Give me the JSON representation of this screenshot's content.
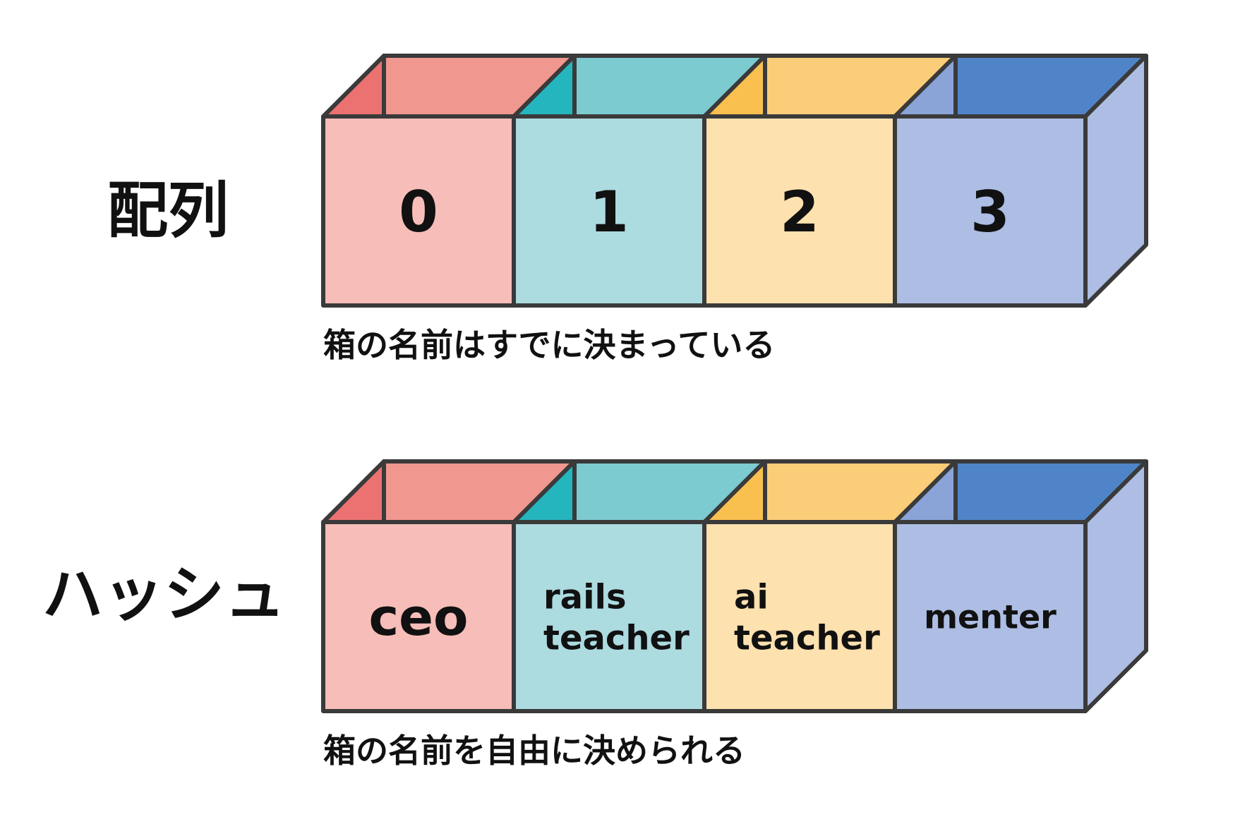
{
  "rows": [
    {
      "heading": "配列",
      "caption": "箱の名前はすでに決まっている",
      "boxes": [
        {
          "lines": [
            "0"
          ],
          "front": "#f7bdb9",
          "top": "#f0978f",
          "inner": "#ec7272"
        },
        {
          "lines": [
            "1"
          ],
          "front": "#acdbe0",
          "top": "#7ccbd1",
          "inner": "#25b5be"
        },
        {
          "lines": [
            "2"
          ],
          "front": "#fde1af",
          "top": "#fccd79",
          "inner": "#fac04f"
        },
        {
          "lines": [
            "3"
          ],
          "front": "#adbde3",
          "top": "#5084c8",
          "inner": "#8aa4d8",
          "side": "#adbde3"
        }
      ]
    },
    {
      "heading": "ハッシュ",
      "caption": "箱の名前を自由に決められる",
      "boxes": [
        {
          "lines": [
            "ceo"
          ],
          "front": "#f7bdb9",
          "top": "#f0978f",
          "inner": "#ec7272"
        },
        {
          "lines": [
            "rails",
            "teacher"
          ],
          "front": "#acdbe0",
          "top": "#7ccbd1",
          "inner": "#25b5be"
        },
        {
          "lines": [
            "ai",
            "teacher"
          ],
          "front": "#fde1af",
          "top": "#fccd79",
          "inner": "#fac04f"
        },
        {
          "lines": [
            "menter"
          ],
          "front": "#adbde3",
          "top": "#5084c8",
          "inner": "#8aa4d8",
          "side": "#adbde3"
        }
      ]
    }
  ],
  "stroke_color": "#3a3a3a"
}
